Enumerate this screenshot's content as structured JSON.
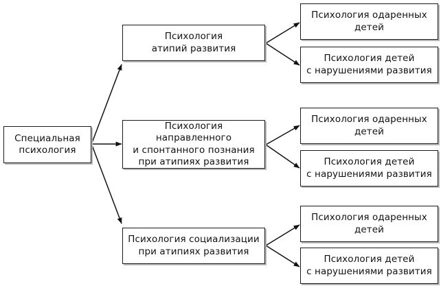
{
  "diagram": {
    "type": "hierarchy-tree",
    "orientation": "left-to-right",
    "background_color": "#ffffff",
    "line_color": "#1a1a1a",
    "box_border_color": "#1a1a1a",
    "box_fill_color": "#ffffff",
    "box_shadow_color": "#b9b9b9",
    "text_color": "#111111",
    "root": {
      "id": "root",
      "label": "Специальная\nпсихология"
    },
    "branches": [
      {
        "id": "branch-1",
        "label": "Психология\nатипий развития",
        "children": [
          {
            "id": "branch-1-leaf-1",
            "label": "Психология одаренных\nдетей"
          },
          {
            "id": "branch-1-leaf-2",
            "label": "Психология детей\nс нарушениями развития"
          }
        ]
      },
      {
        "id": "branch-2",
        "label": "Психология направленного\nи спонтанного познания\nпри атипиях развития",
        "children": [
          {
            "id": "branch-2-leaf-1",
            "label": "Психология одаренных\nдетей"
          },
          {
            "id": "branch-2-leaf-2",
            "label": "Психология детей\nс нарушениями развития"
          }
        ]
      },
      {
        "id": "branch-3",
        "label": "Психология социализации\nпри атипиях развития",
        "children": [
          {
            "id": "branch-3-leaf-1",
            "label": "Психология одаренных\nдетей"
          },
          {
            "id": "branch-3-leaf-2",
            "label": "Психология детей\nс нарушениями развития"
          }
        ]
      }
    ]
  }
}
